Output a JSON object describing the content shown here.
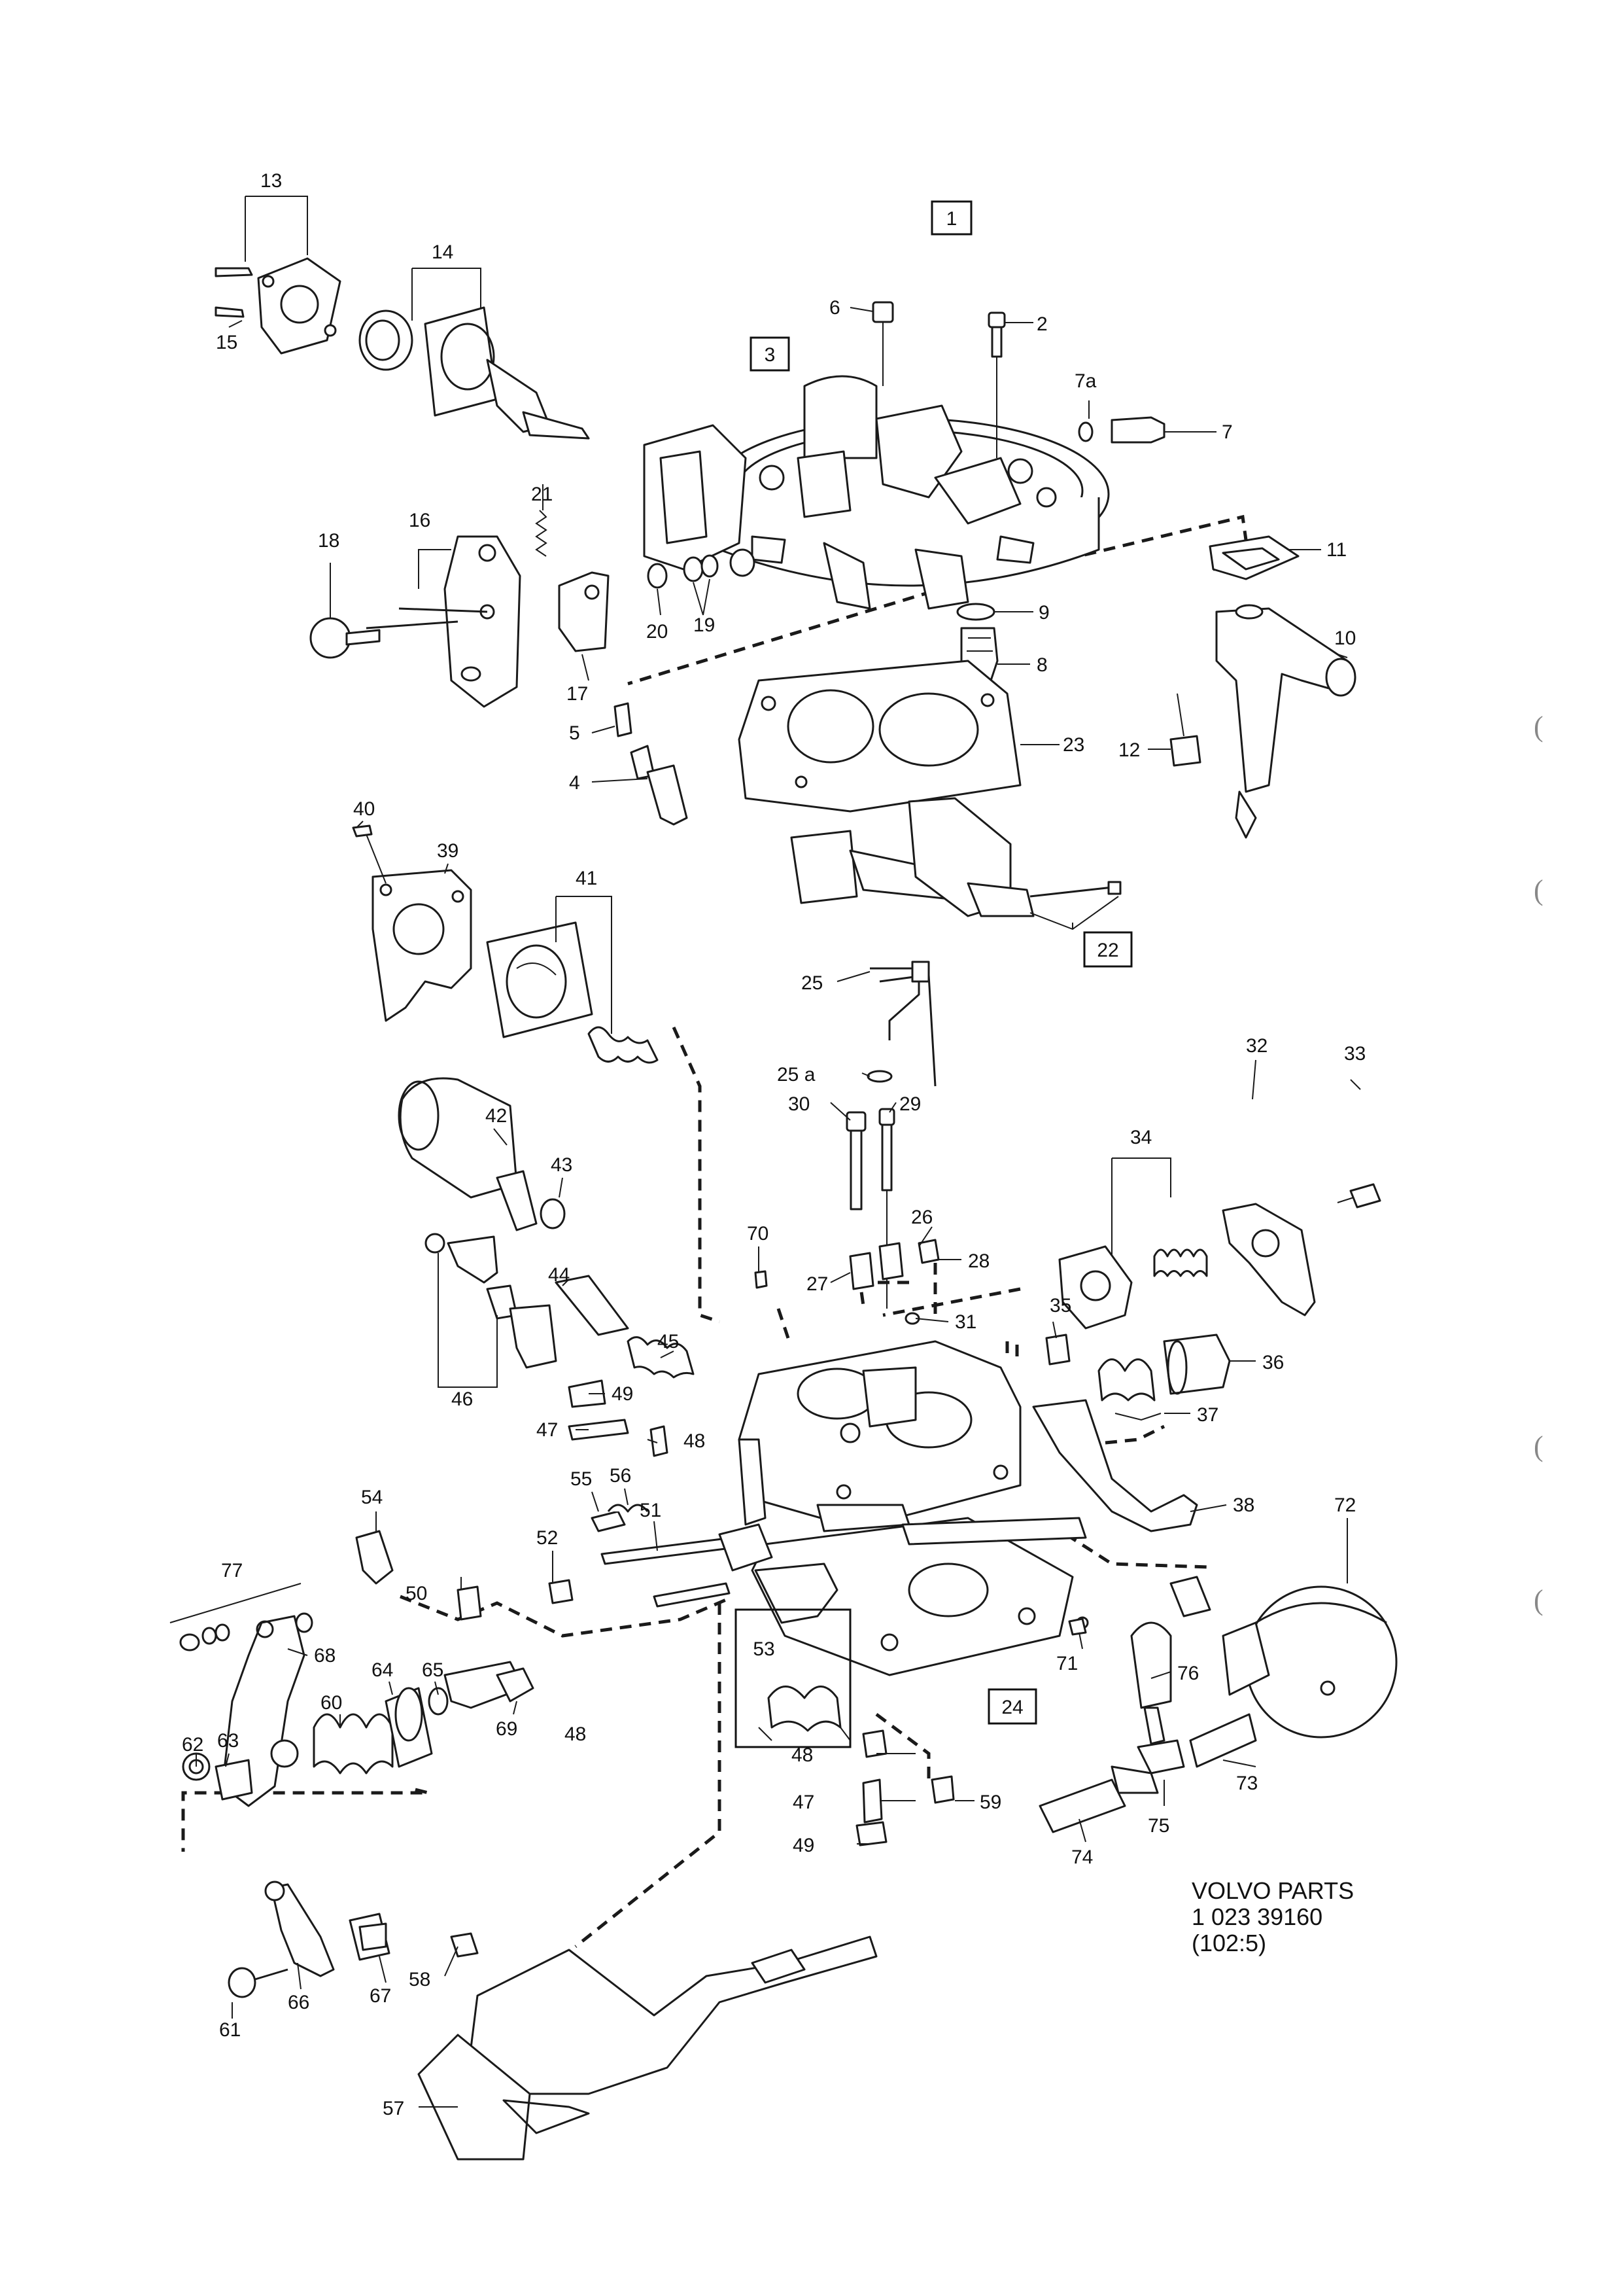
{
  "title": "",
  "boxed_labels": [
    "1",
    "3",
    "22",
    "24",
    "53"
  ],
  "catalog": {
    "line1": "VOLVO PARTS",
    "line2": "1 023 39160",
    "line3": "(102:5)"
  },
  "margin_marks": [
    "(",
    "(",
    "(",
    "("
  ],
  "labels": [
    {
      "id": "6",
      "text": "6"
    },
    {
      "id": "2",
      "text": "2"
    },
    {
      "id": "7a",
      "text": "7a"
    },
    {
      "id": "7",
      "text": "7"
    },
    {
      "id": "13",
      "text": "13"
    },
    {
      "id": "14",
      "text": "14"
    },
    {
      "id": "15",
      "text": "15"
    },
    {
      "id": "11",
      "text": "11"
    },
    {
      "id": "21",
      "text": "21"
    },
    {
      "id": "16",
      "text": "16"
    },
    {
      "id": "18",
      "text": "18"
    },
    {
      "id": "20",
      "text": "20"
    },
    {
      "id": "19",
      "text": "19"
    },
    {
      "id": "9",
      "text": "9"
    },
    {
      "id": "10",
      "text": "10"
    },
    {
      "id": "8",
      "text": "8"
    },
    {
      "id": "17",
      "text": "17"
    },
    {
      "id": "5",
      "text": "5"
    },
    {
      "id": "23",
      "text": "23"
    },
    {
      "id": "12",
      "text": "12"
    },
    {
      "id": "4",
      "text": "4"
    },
    {
      "id": "40",
      "text": "40"
    },
    {
      "id": "39",
      "text": "39"
    },
    {
      "id": "41",
      "text": "41"
    },
    {
      "id": "25",
      "text": "25"
    },
    {
      "id": "25a",
      "text": "25 a"
    },
    {
      "id": "33",
      "text": "33"
    },
    {
      "id": "32",
      "text": "32"
    },
    {
      "id": "34",
      "text": "34"
    },
    {
      "id": "42",
      "text": "42"
    },
    {
      "id": "43",
      "text": "43"
    },
    {
      "id": "30",
      "text": "30"
    },
    {
      "id": "29",
      "text": "29"
    },
    {
      "id": "26",
      "text": "26"
    },
    {
      "id": "28",
      "text": "28"
    },
    {
      "id": "27",
      "text": "27"
    },
    {
      "id": "70",
      "text": "70"
    },
    {
      "id": "44",
      "text": "44"
    },
    {
      "id": "31",
      "text": "31"
    },
    {
      "id": "35",
      "text": "35"
    },
    {
      "id": "36",
      "text": "36"
    },
    {
      "id": "45",
      "text": "45"
    },
    {
      "id": "46",
      "text": "46"
    },
    {
      "id": "49a",
      "text": "49"
    },
    {
      "id": "37",
      "text": "37"
    },
    {
      "id": "47a",
      "text": "47"
    },
    {
      "id": "48a",
      "text": "48"
    },
    {
      "id": "38",
      "text": "38"
    },
    {
      "id": "55",
      "text": "55"
    },
    {
      "id": "56",
      "text": "56"
    },
    {
      "id": "72",
      "text": "72"
    },
    {
      "id": "54",
      "text": "54"
    },
    {
      "id": "51",
      "text": "51"
    },
    {
      "id": "52",
      "text": "52"
    },
    {
      "id": "77",
      "text": "77"
    },
    {
      "id": "50",
      "text": "50"
    },
    {
      "id": "71",
      "text": "71"
    },
    {
      "id": "68",
      "text": "68"
    },
    {
      "id": "76",
      "text": "76"
    },
    {
      "id": "60",
      "text": "60"
    },
    {
      "id": "64",
      "text": "64"
    },
    {
      "id": "65",
      "text": "65"
    },
    {
      "id": "48b",
      "text": "48"
    },
    {
      "id": "69",
      "text": "69"
    },
    {
      "id": "62",
      "text": "62"
    },
    {
      "id": "63",
      "text": "63"
    },
    {
      "id": "48c",
      "text": "48"
    },
    {
      "id": "73",
      "text": "73"
    },
    {
      "id": "47b",
      "text": "47"
    },
    {
      "id": "59",
      "text": "59"
    },
    {
      "id": "75",
      "text": "75"
    },
    {
      "id": "49b",
      "text": "49"
    },
    {
      "id": "74",
      "text": "74"
    },
    {
      "id": "67",
      "text": "67"
    },
    {
      "id": "66",
      "text": "66"
    },
    {
      "id": "61",
      "text": "61"
    },
    {
      "id": "58",
      "text": "58"
    },
    {
      "id": "57",
      "text": "57"
    }
  ]
}
